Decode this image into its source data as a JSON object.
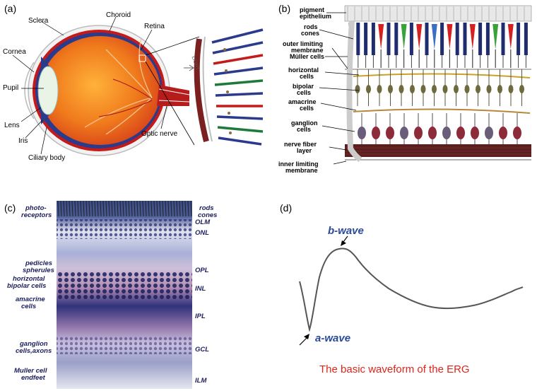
{
  "panels": {
    "a": {
      "label": "(a)",
      "labels": {
        "sclera": "Sclera",
        "choroid": "Choroid",
        "retina": "Retina",
        "cornea": "Cornea",
        "pupil": "Pupil",
        "lens": "Lens",
        "iris": "Iris",
        "ciliary": "Ciliary body",
        "optic": "Optic nerve",
        "light": "LIGHT"
      }
    },
    "b": {
      "label": "(b)",
      "labels": {
        "pigment1": "pigment",
        "pigment2": "epithelium",
        "rods": "rods",
        "cones": "cones",
        "olm1": "outer limiting",
        "olm2": "membrane",
        "muller": "Müller cells",
        "horiz1": "horizontal",
        "horiz2": "cells",
        "bip1": "bipolar",
        "bip2": "cells",
        "ama1": "amacrine",
        "ama2": "cells",
        "gang1": "ganglion",
        "gang2": "cells",
        "nfl1": "nerve fiber",
        "nfl2": "layer",
        "ilm1": "inner limiting",
        "ilm2": "membrane"
      }
    },
    "c": {
      "label": "(c)",
      "left": {
        "photo1": "photo-",
        "photo2": "receptors",
        "ped1": "pedicles",
        "ped2": "spherules",
        "hb1": "horizontal",
        "hb2": "bipolar cells",
        "am1": "amacrine",
        "am2": "cells",
        "gc1": "ganglion",
        "gc2": "cells,axons",
        "mc1": "Muller cell",
        "mc2": "endfeet"
      },
      "right": {
        "rods": "rods",
        "cones": "cones",
        "olm": "OLM",
        "onl": "ONL",
        "opl": "OPL",
        "inl": "INL",
        "ipl": "IPL",
        "gcl": "GCL",
        "ilm": "ILM"
      }
    },
    "d": {
      "label": "(d)",
      "b_wave": "b-wave",
      "a_wave": "a-wave",
      "title": "The basic waveform of the ERG",
      "colors": {
        "label": "#2b4a9a",
        "title": "#e0231a",
        "trace": "#555555"
      }
    }
  }
}
